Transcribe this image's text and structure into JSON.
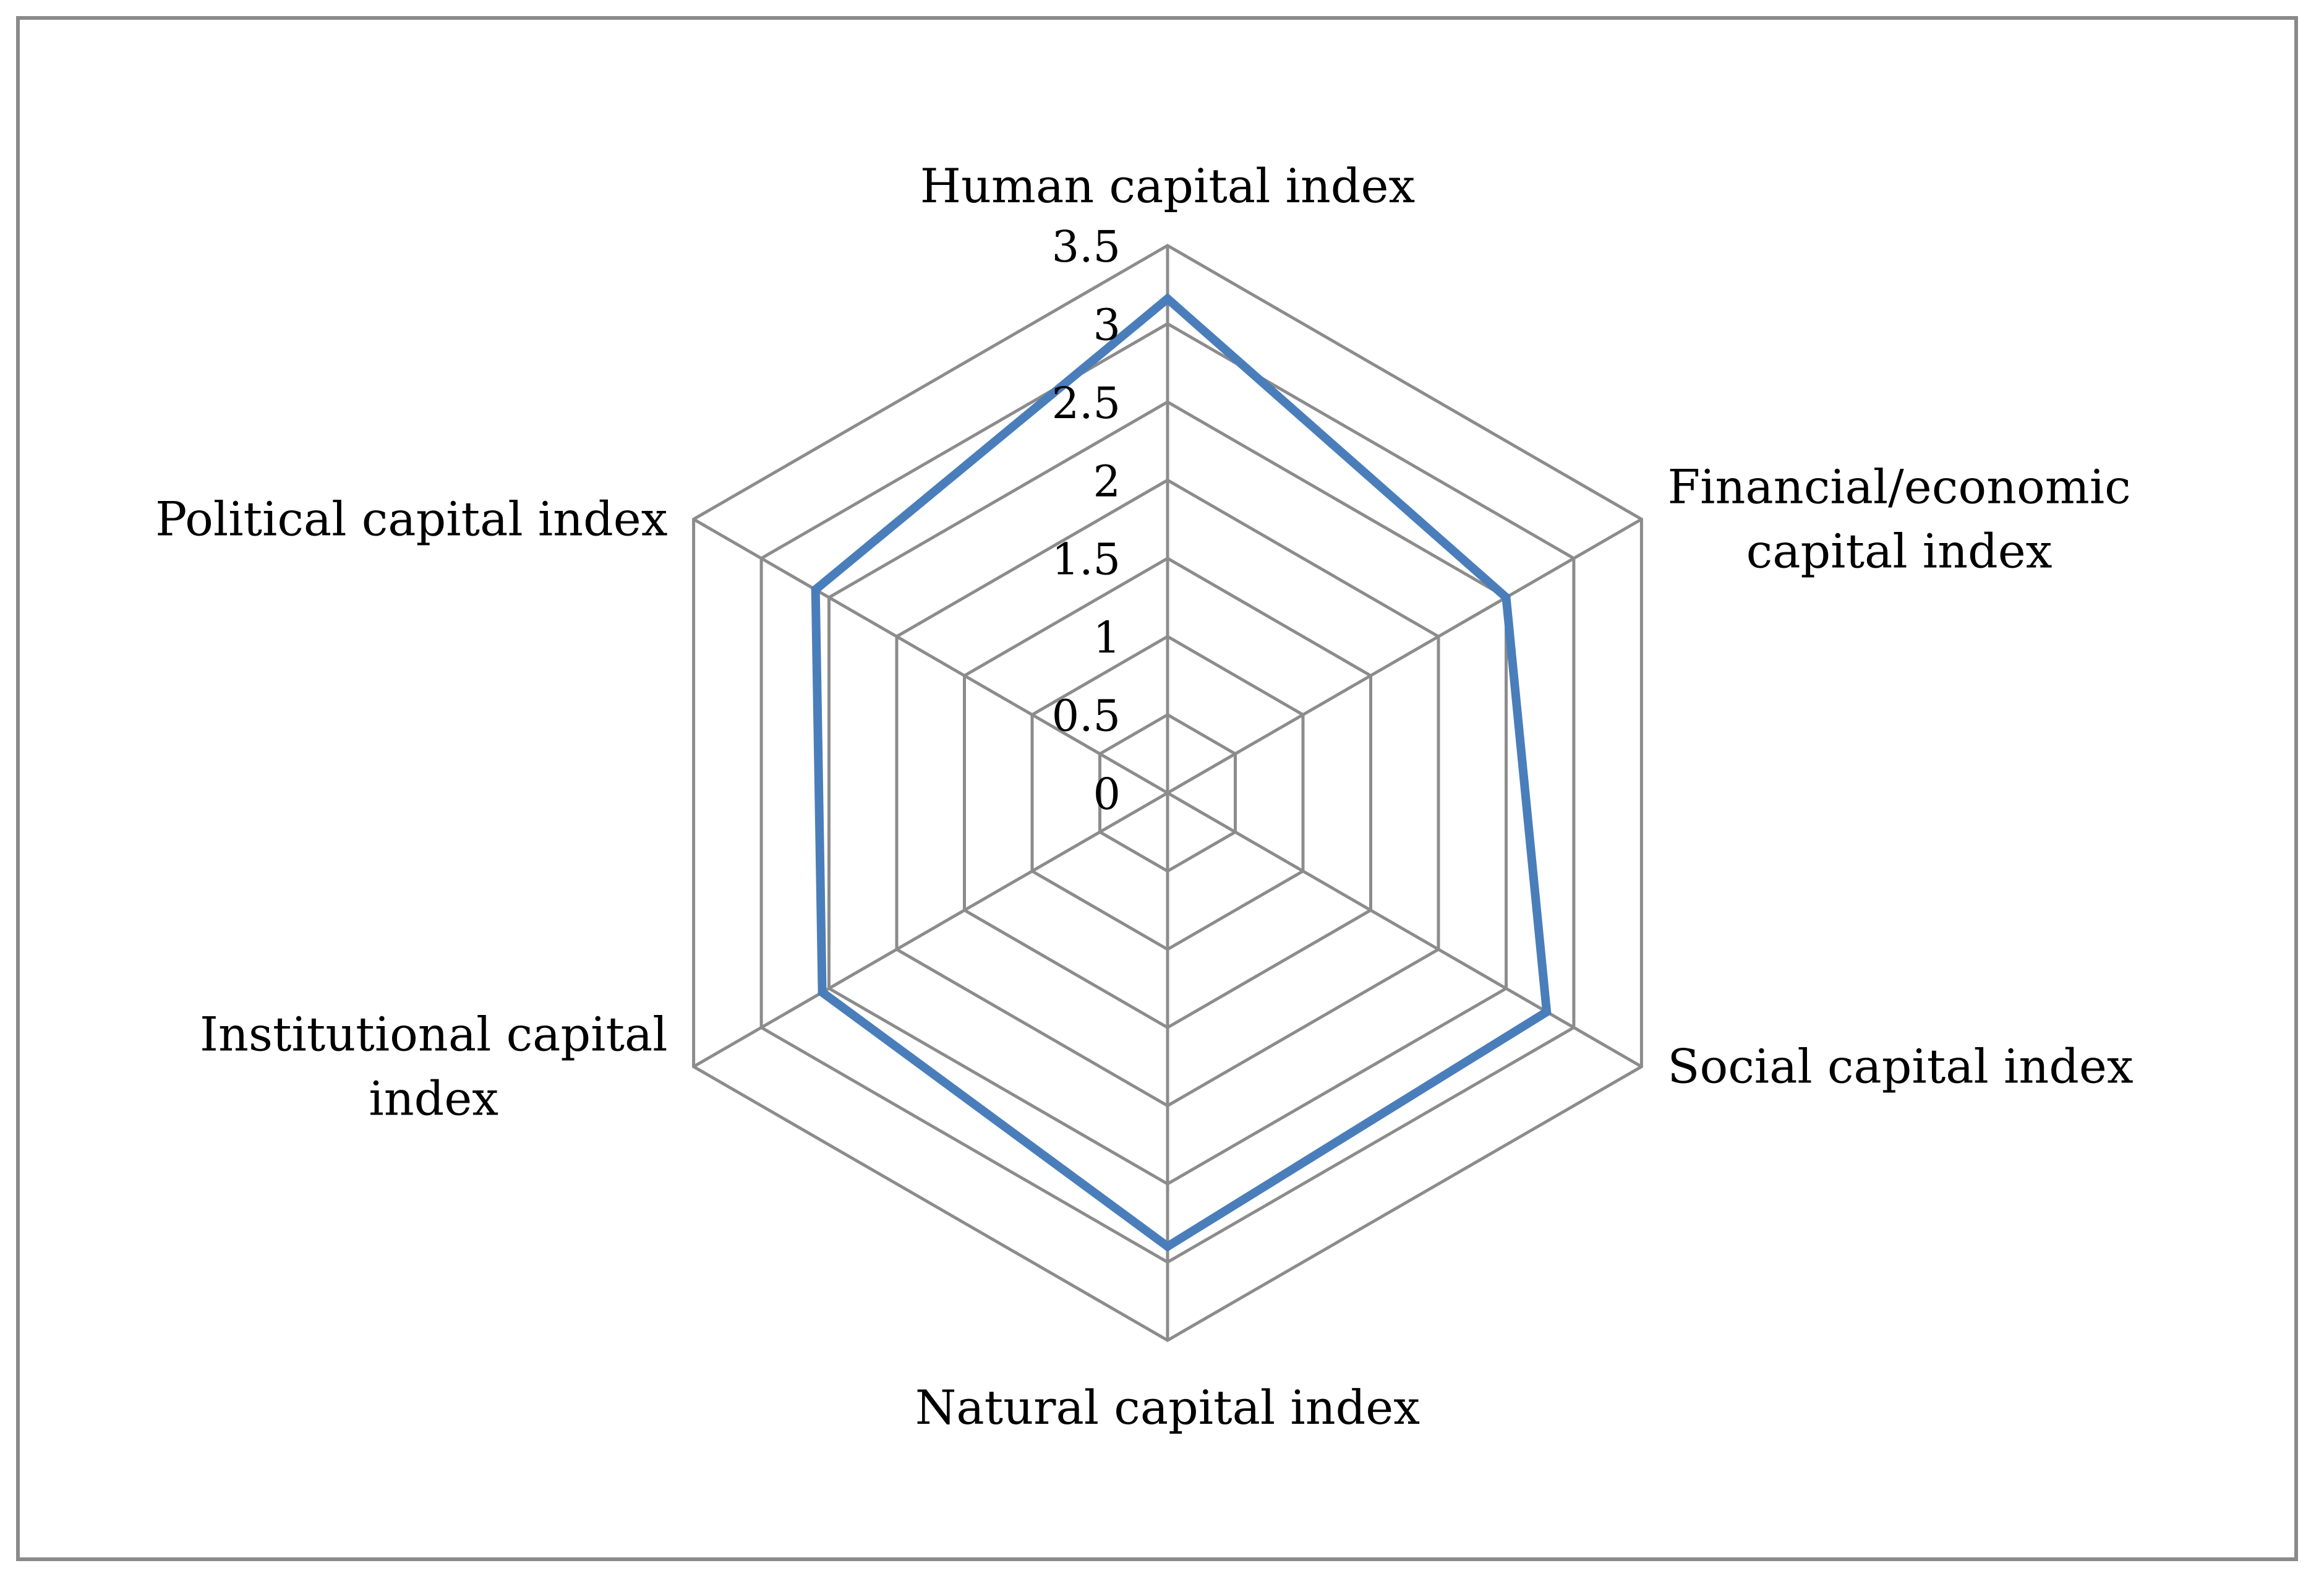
{
  "chart_data": {
    "type": "radar",
    "categories": [
      "Human capital index",
      "Financial/economic capital index",
      "Social capital index",
      "Natural capital index",
      "Institutional capital index",
      "Political capital index"
    ],
    "category_label_lines": [
      [
        "Human capital index"
      ],
      [
        "Financial/economic",
        "capital index"
      ],
      [
        "Social capital index"
      ],
      [
        "Natural capital index"
      ],
      [
        "Institutional capital",
        "index"
      ],
      [
        "Political capital index"
      ]
    ],
    "series": [
      {
        "values": [
          3.16,
          2.5,
          2.8,
          2.9,
          2.55,
          2.6
        ]
      }
    ],
    "ticks": [
      "0",
      "0.5",
      "1",
      "1.5",
      "2",
      "2.5",
      "3",
      "3.5"
    ],
    "tick_values": [
      0,
      0.5,
      1,
      1.5,
      2,
      2.5,
      3,
      3.5
    ],
    "rmax": 3.5,
    "grid": true,
    "legend": "none",
    "colors": {
      "series": "#4a7ebb",
      "grid": "#8c8c8c",
      "frame": "#8a8a8a"
    }
  }
}
